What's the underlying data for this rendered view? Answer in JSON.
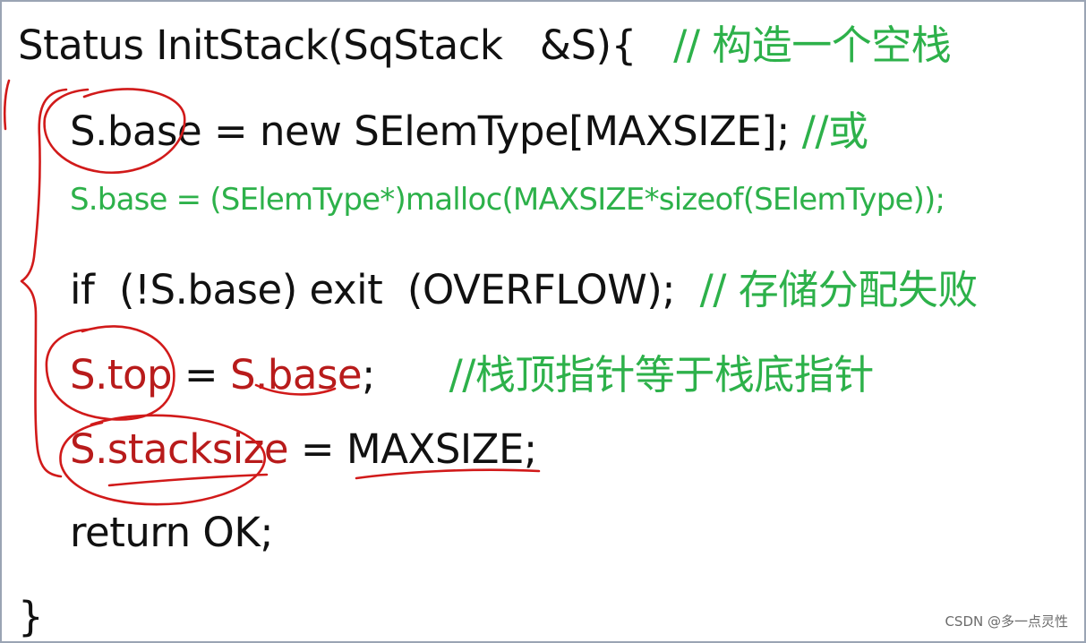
{
  "code": {
    "line1": {
      "code": "Status InitStack(SqStack   &S){   ",
      "comment": "// 构造一个空栈"
    },
    "line2": {
      "code": "S.base = new SElemType[MAXSIZE]; ",
      "comment": "//或"
    },
    "line3": {
      "code": "S.base = (SElemType*)malloc(MAXSIZE*sizeof(SElemType));"
    },
    "line4": {
      "code": "if  (!S.base) exit  (OVERFLOW);  ",
      "comment": "// 存储分配失败"
    },
    "line5": {
      "var": "S.top",
      "op": " = ",
      "rhs": "S.base",
      "end": ";      ",
      "comment": "//栈顶指针等于栈底指针"
    },
    "line6": {
      "var": "S.stacksize",
      "mid": " = MAXSIZE;"
    },
    "line7": {
      "code": "return OK;"
    },
    "line8": {
      "code": "}"
    }
  },
  "watermark": "CSDN @多一点灵性",
  "colors": {
    "code": "#111111",
    "comment": "#2db14a",
    "annotation": "#d11a1a",
    "variable": "#b81b1b",
    "border": "#9aa4b4"
  }
}
